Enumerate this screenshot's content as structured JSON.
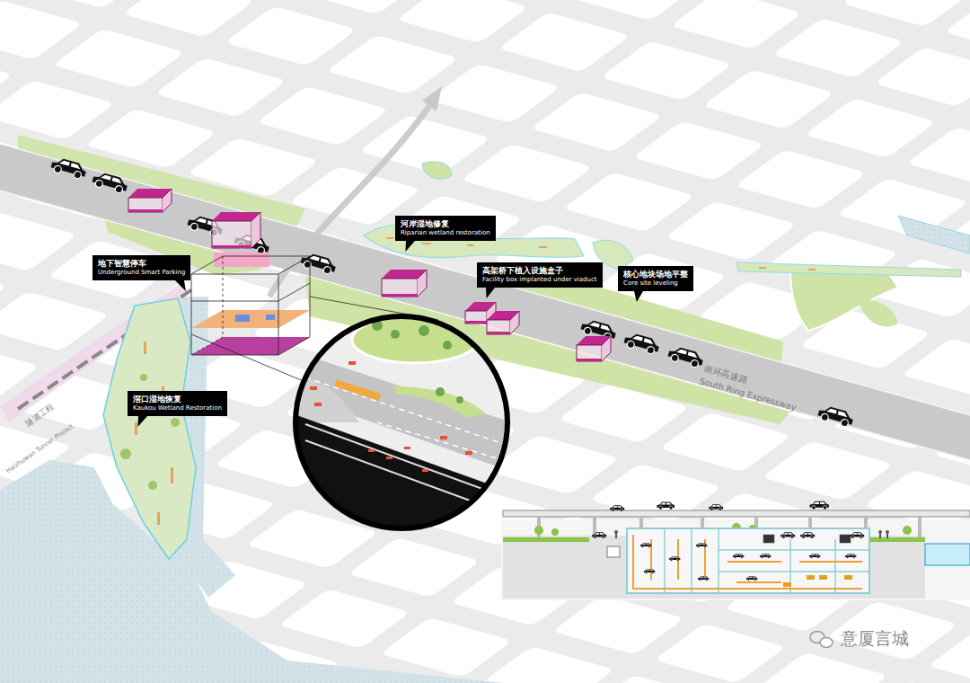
{
  "diagram": {
    "nodes": [
      {
        "text": [
          "地下智慧停车",
          "Underground Smart Parking"
        ]
      },
      {
        "text": [
          "河岸湿地修复",
          "Riparian wetland restoration"
        ]
      },
      {
        "text": [
          "高架桥下植入设施盒子",
          "Facility box implanted under viaduct"
        ]
      },
      {
        "text": [
          "核心地块场地平整",
          "Core site leveling"
        ]
      },
      {
        "text": [
          "滘口湿地恢复",
          "Kaukou Wetland Restoration"
        ]
      }
    ],
    "labels": [
      "南环高速路",
      "South Ring Expressway",
      "隧道工程",
      "Haizhuwan Tunnel Project",
      "意厦言城"
    ]
  }
}
